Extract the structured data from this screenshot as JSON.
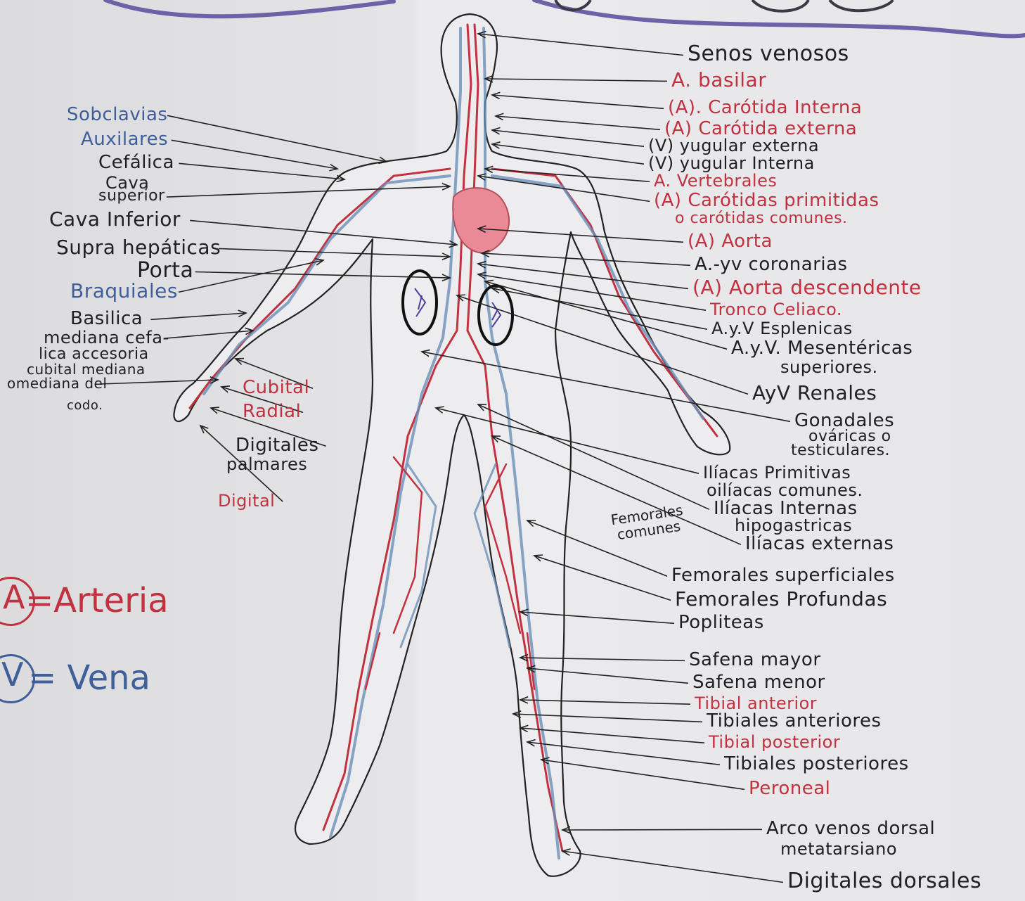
{
  "colors": {
    "ink": "#1f1f24",
    "artery_red": "#c2313f",
    "vein_blue": "#3f5f9a",
    "header_purple": "#6c62a8",
    "heart_pink": "#e98a96"
  },
  "right_labels": [
    {
      "id": "senos-venosos",
      "text": "Senos venosos",
      "ink": "black"
    },
    {
      "id": "basilar",
      "text": "A. basilar",
      "ink": "red"
    },
    {
      "id": "carotida-interna",
      "text": "(A). Carótida Interna",
      "ink": "red"
    },
    {
      "id": "carotida-externa",
      "text": "(A) Carótida externa",
      "ink": "red"
    },
    {
      "id": "yugular-externa",
      "text": "(V) yugular externa",
      "ink": "black"
    },
    {
      "id": "yugular-interna",
      "text": "(V) yugular Interna",
      "ink": "black"
    },
    {
      "id": "vertebrales",
      "text": "A. Vertebrales",
      "ink": "red"
    },
    {
      "id": "carotidas-primitidas",
      "text": "(A) Carótidas primitidas",
      "ink": "red"
    },
    {
      "id": "carotidas-comunes",
      "text": "o carótidas comunes.",
      "ink": "red"
    },
    {
      "id": "aorta",
      "text": "(A) Aorta",
      "ink": "red"
    },
    {
      "id": "coronarias",
      "text": "A.-yv coronarias",
      "ink": "black"
    },
    {
      "id": "aorta-descendente",
      "text": "(A) Aorta descendente",
      "ink": "red"
    },
    {
      "id": "tronco-celiaco",
      "text": "Tronco Celiaco.",
      "ink": "red"
    },
    {
      "id": "esplenicas",
      "text": "A.y.V Esplenicas",
      "ink": "black"
    },
    {
      "id": "mesentericas",
      "text": "A.y.V. Mesentéricas",
      "ink": "black"
    },
    {
      "id": "superiores",
      "text": "superiores.",
      "ink": "black"
    },
    {
      "id": "renales",
      "text": "AyV Renales",
      "ink": "black"
    },
    {
      "id": "gonadales",
      "text": "Gonadales",
      "ink": "black"
    },
    {
      "id": "ovaricas",
      "text": "ováricas o",
      "ink": "black"
    },
    {
      "id": "testiculares",
      "text": "testiculares.",
      "ink": "black"
    },
    {
      "id": "iliacas-primitivas",
      "text": "Ilíacas Primitivas",
      "ink": "black"
    },
    {
      "id": "iliacas-comunes",
      "text": "oilíacas comunes.",
      "ink": "black"
    },
    {
      "id": "iliacas-internas",
      "text": "Ilíacas Internas",
      "ink": "black"
    },
    {
      "id": "hipogastricas",
      "text": "hipogastricas",
      "ink": "black"
    },
    {
      "id": "iliacas-externas",
      "text": "Ilíacas externas",
      "ink": "black"
    },
    {
      "id": "femorales-superficiales",
      "text": "Femorales superficiales",
      "ink": "black"
    },
    {
      "id": "femorales-profundas",
      "text": "Femorales Profundas",
      "ink": "black"
    },
    {
      "id": "popliteas",
      "text": "Popliteas",
      "ink": "black"
    },
    {
      "id": "safena-mayor",
      "text": "Safena mayor",
      "ink": "black"
    },
    {
      "id": "safena-menor",
      "text": "Safena menor",
      "ink": "black"
    },
    {
      "id": "tibial-anterior",
      "text": "Tibial anterior",
      "ink": "red"
    },
    {
      "id": "tibiales-anteriores",
      "text": "Tibiales anteriores",
      "ink": "black"
    },
    {
      "id": "tibial-posterior",
      "text": "Tibial posterior",
      "ink": "red"
    },
    {
      "id": "tibiales-posteriores",
      "text": "Tibiales posteriores",
      "ink": "black"
    },
    {
      "id": "peroneal",
      "text": "Peroneal",
      "ink": "red"
    },
    {
      "id": "arco-venoso",
      "text": "Arco venos dorsal",
      "ink": "black"
    },
    {
      "id": "metatarsiano",
      "text": "metatarsiano",
      "ink": "black"
    },
    {
      "id": "digitales-dorsales",
      "text": "Digitales dorsales",
      "ink": "black"
    }
  ],
  "left_labels": [
    {
      "id": "subclavias",
      "text": "Sobclavias",
      "ink": "blue"
    },
    {
      "id": "axilares",
      "text": "Auxilares",
      "ink": "blue"
    },
    {
      "id": "cefalica",
      "text": "Cefálica",
      "ink": "black"
    },
    {
      "id": "cava",
      "text": "Cava",
      "ink": "black"
    },
    {
      "id": "superior",
      "text": "superior",
      "ink": "black"
    },
    {
      "id": "cava-inferior",
      "text": "Cava Inferior",
      "ink": "black"
    },
    {
      "id": "suprahepaticas",
      "text": "Supra hepáticas",
      "ink": "black"
    },
    {
      "id": "porta",
      "text": "Porta",
      "ink": "black"
    },
    {
      "id": "braquiales",
      "text": "Braquiales",
      "ink": "blue"
    },
    {
      "id": "basilica",
      "text": "Basilica",
      "ink": "black"
    },
    {
      "id": "mediana-cefalica",
      "text": "mediana cefa-",
      "ink": "black"
    },
    {
      "id": "lica-accesoria",
      "text": "lica accesoria",
      "ink": "black"
    },
    {
      "id": "cubital-mediana",
      "text": "cubital mediana",
      "ink": "black"
    },
    {
      "id": "mediana-codo",
      "text": "omediana del",
      "ink": "black"
    },
    {
      "id": "codo",
      "text": "codo.",
      "ink": "black"
    },
    {
      "id": "cubital",
      "text": "Cubital",
      "ink": "red"
    },
    {
      "id": "radial",
      "text": "Radial",
      "ink": "red"
    },
    {
      "id": "digitales-palmares",
      "text": "Digitales",
      "ink": "black"
    },
    {
      "id": "palmares",
      "text": "palmares",
      "ink": "black"
    },
    {
      "id": "digital",
      "text": "Digital",
      "ink": "red"
    }
  ],
  "femorales_comunes": {
    "line1": "Femorales",
    "line2": "comunes"
  },
  "legend": {
    "artery_letter": "A",
    "artery_text": "=Arteria",
    "vein_letter": "V",
    "vein_text": "= Vena"
  }
}
